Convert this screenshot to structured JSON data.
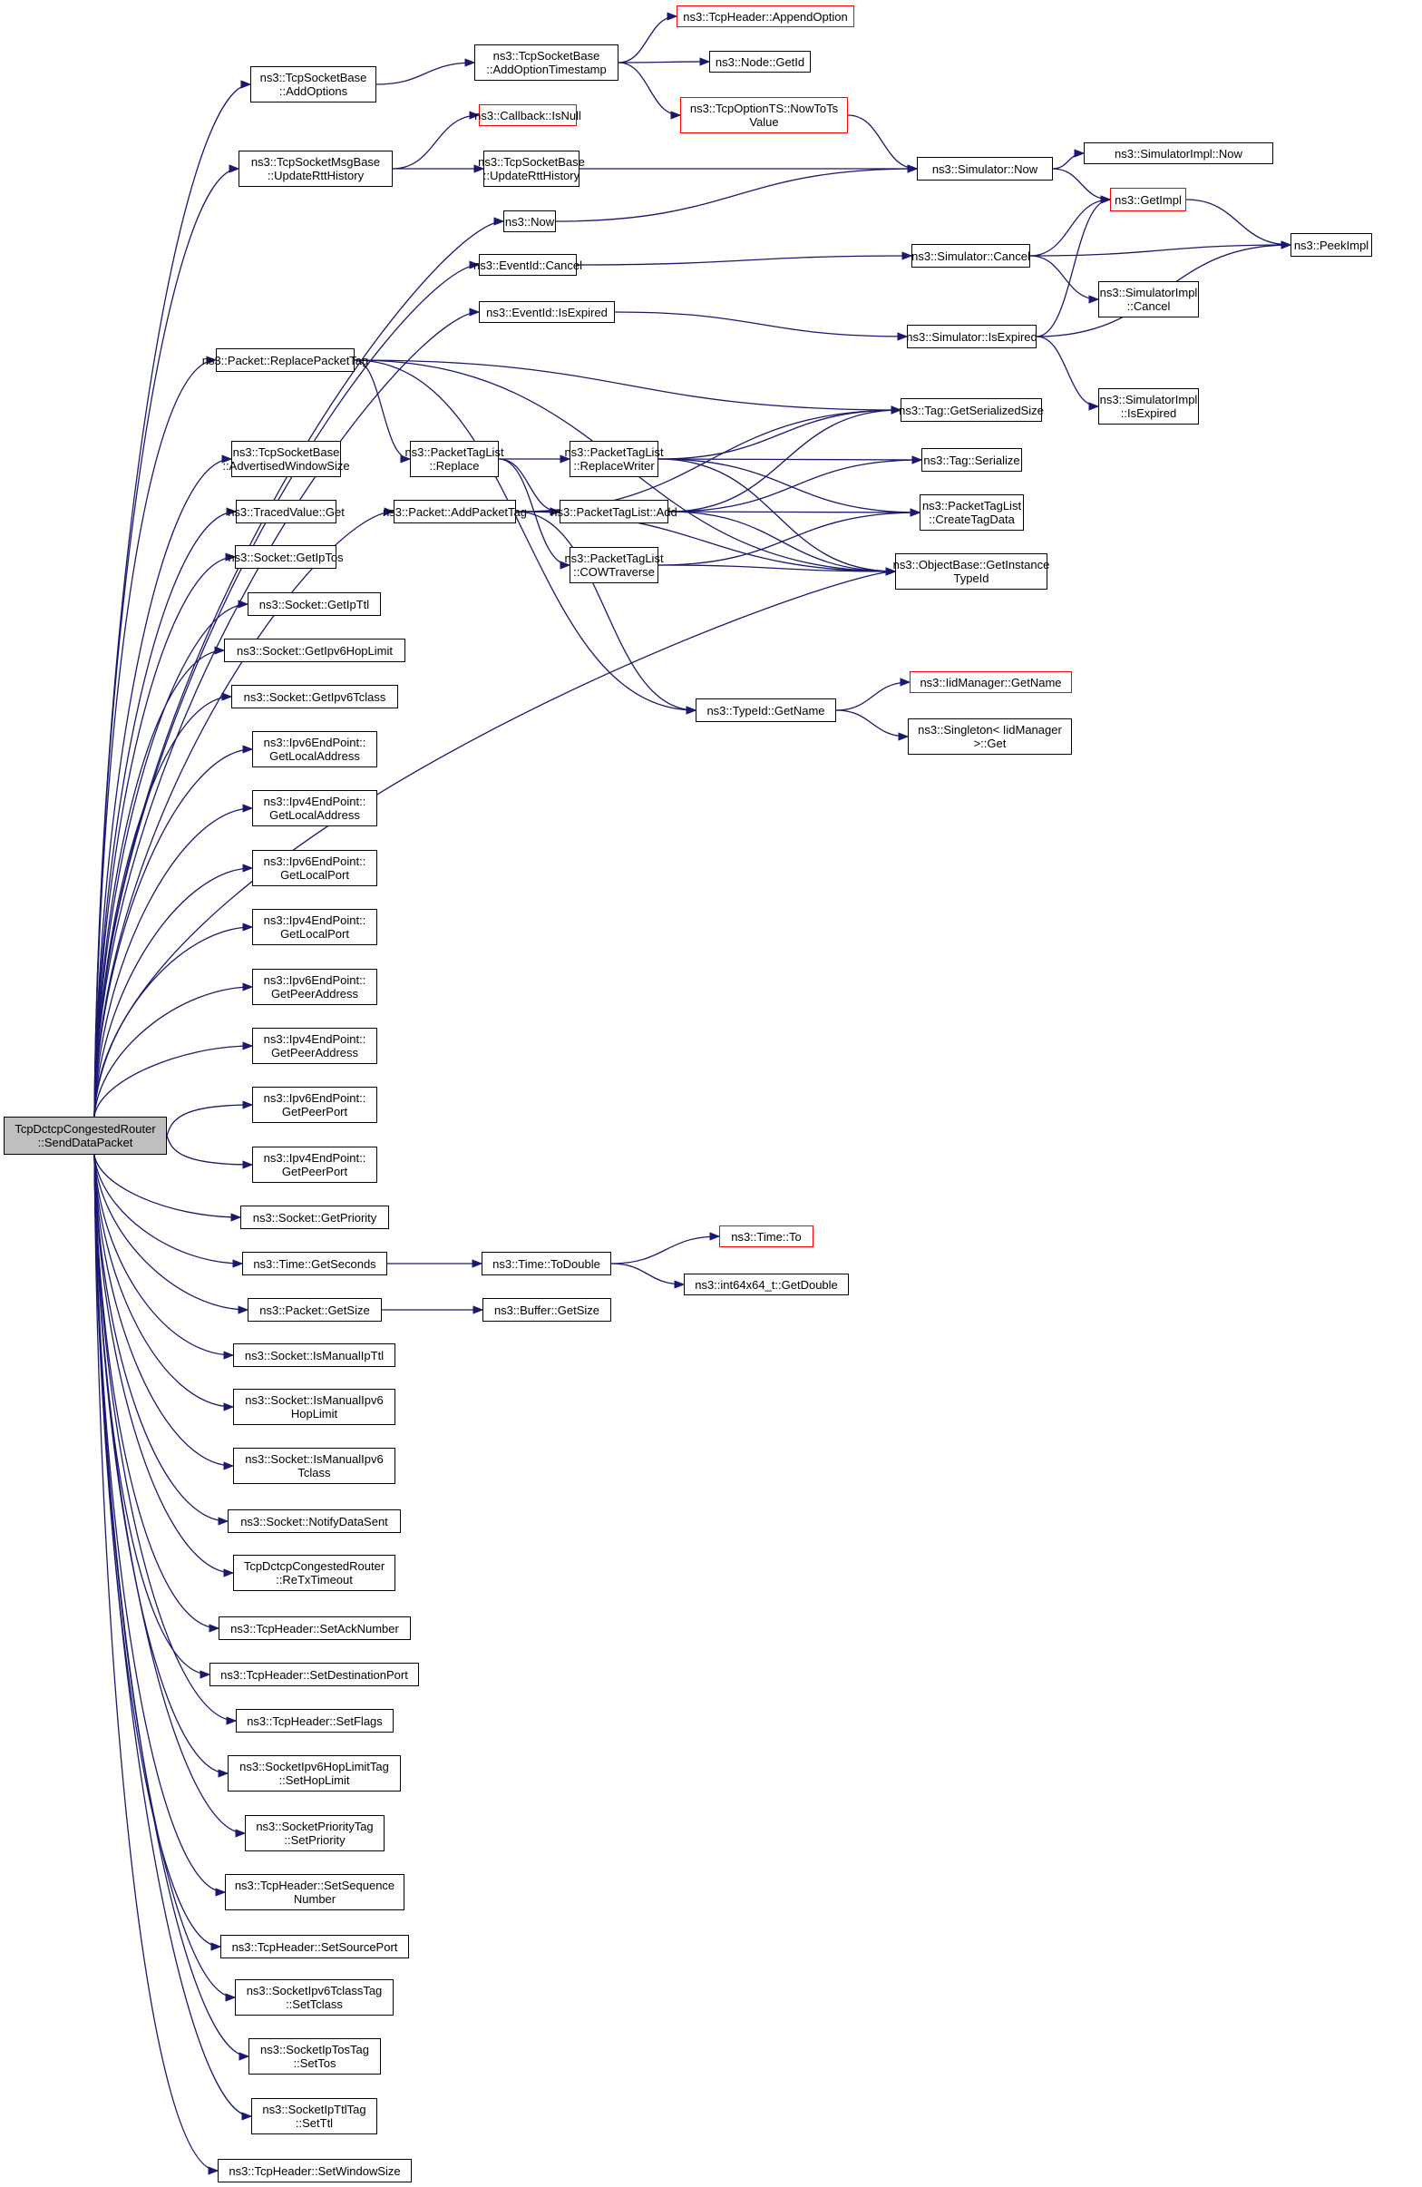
{
  "title": "Call graph of TcpDctcpCongestedRouter::SendDataPacket",
  "colors": {
    "edge": "#191970",
    "node_border": "#000000",
    "incomplete_border": "#ff0000",
    "root_fill": "#bfbfbf"
  },
  "nodes": [
    {
      "id": "root",
      "label": "TcpDctcpCongestedRouter\n::SendDataPacket",
      "kind": "root"
    },
    {
      "id": "addopts",
      "label": "ns3::TcpSocketBase\n::AddOptions",
      "kind": "normal"
    },
    {
      "id": "addts",
      "label": "ns3::TcpSocketBase\n::AddOptionTimestamp",
      "kind": "normal"
    },
    {
      "id": "append",
      "label": "ns3::TcpHeader::AppendOption",
      "kind": "incomplete"
    },
    {
      "id": "nodegetid",
      "label": "ns3::Node::GetId",
      "kind": "normal"
    },
    {
      "id": "nowtots",
      "label": "ns3::TcpOptionTS::NowToTs\nValue",
      "kind": "incomplete"
    },
    {
      "id": "msgrtt",
      "label": "ns3::TcpSocketMsgBase\n::UpdateRttHistory",
      "kind": "normal"
    },
    {
      "id": "isnull",
      "label": "ns3::Callback::IsNull",
      "kind": "incomplete"
    },
    {
      "id": "basertt",
      "label": "ns3::TcpSocketBase\n::UpdateRttHistory",
      "kind": "normal"
    },
    {
      "id": "now",
      "label": "ns3::Now",
      "kind": "normal"
    },
    {
      "id": "simnow",
      "label": "ns3::Simulator::Now",
      "kind": "normal"
    },
    {
      "id": "implnow",
      "label": "ns3::SimulatorImpl::Now",
      "kind": "normal"
    },
    {
      "id": "getimpl",
      "label": "ns3::GetImpl",
      "kind": "incomplete"
    },
    {
      "id": "peekimpl",
      "label": "ns3::PeekImpl",
      "kind": "normal"
    },
    {
      "id": "evcancel",
      "label": "ns3::EventId::Cancel",
      "kind": "normal"
    },
    {
      "id": "simcancel",
      "label": "ns3::Simulator::Cancel",
      "kind": "normal"
    },
    {
      "id": "implcancel",
      "label": "ns3::SimulatorImpl\n::Cancel",
      "kind": "normal"
    },
    {
      "id": "evexpired",
      "label": "ns3::EventId::IsExpired",
      "kind": "normal"
    },
    {
      "id": "simexpired",
      "label": "ns3::Simulator::IsExpired",
      "kind": "normal"
    },
    {
      "id": "implexpired",
      "label": "ns3::SimulatorImpl\n::IsExpired",
      "kind": "normal"
    },
    {
      "id": "replacetag",
      "label": "ns3::Packet::ReplacePacketTag",
      "kind": "normal"
    },
    {
      "id": "ptlreplace",
      "label": "ns3::PacketTagList\n::Replace",
      "kind": "normal"
    },
    {
      "id": "addtag",
      "label": "ns3::Packet::AddPacketTag",
      "kind": "normal"
    },
    {
      "id": "replwriter",
      "label": "ns3::PacketTagList\n::ReplaceWriter",
      "kind": "normal"
    },
    {
      "id": "ptladd",
      "label": "ns3::PacketTagList::Add",
      "kind": "normal"
    },
    {
      "id": "cow",
      "label": "ns3::PacketTagList\n::COWTraverse",
      "kind": "normal"
    },
    {
      "id": "serialsize",
      "label": "ns3::Tag::GetSerializedSize",
      "kind": "normal"
    },
    {
      "id": "serialize",
      "label": "ns3::Tag::Serialize",
      "kind": "normal"
    },
    {
      "id": "createtag",
      "label": "ns3::PacketTagList\n::CreateTagData",
      "kind": "normal"
    },
    {
      "id": "getinst",
      "label": "ns3::ObjectBase::GetInstance\nTypeId",
      "kind": "normal"
    },
    {
      "id": "typename",
      "label": "ns3::TypeId::GetName",
      "kind": "normal"
    },
    {
      "id": "iidname",
      "label": "ns3::IidManager::GetName",
      "kind": "incomplete"
    },
    {
      "id": "singleton",
      "label": "ns3::Singleton< IidManager\n>::Get",
      "kind": "normal"
    },
    {
      "id": "advwin",
      "label": "ns3::TcpSocketBase\n::AdvertisedWindowSize",
      "kind": "normal"
    },
    {
      "id": "tracedget",
      "label": "ns3::TracedValue::Get",
      "kind": "normal"
    },
    {
      "id": "getiptos",
      "label": "ns3::Socket::GetIpTos",
      "kind": "normal"
    },
    {
      "id": "getipttl",
      "label": "ns3::Socket::GetIpTtl",
      "kind": "normal"
    },
    {
      "id": "hoplimit",
      "label": "ns3::Socket::GetIpv6HopLimit",
      "kind": "normal"
    },
    {
      "id": "v6tclass",
      "label": "ns3::Socket::GetIpv6Tclass",
      "kind": "normal"
    },
    {
      "id": "v6locaddr",
      "label": "ns3::Ipv6EndPoint::\nGetLocalAddress",
      "kind": "normal"
    },
    {
      "id": "v4locaddr",
      "label": "ns3::Ipv4EndPoint::\nGetLocalAddress",
      "kind": "normal"
    },
    {
      "id": "v6locport",
      "label": "ns3::Ipv6EndPoint::\nGetLocalPort",
      "kind": "normal"
    },
    {
      "id": "v4locport",
      "label": "ns3::Ipv4EndPoint::\nGetLocalPort",
      "kind": "normal"
    },
    {
      "id": "v6peeraddr",
      "label": "ns3::Ipv6EndPoint::\nGetPeerAddress",
      "kind": "normal"
    },
    {
      "id": "v4peeraddr",
      "label": "ns3::Ipv4EndPoint::\nGetPeerAddress",
      "kind": "normal"
    },
    {
      "id": "v6peerport",
      "label": "ns3::Ipv6EndPoint::\nGetPeerPort",
      "kind": "normal"
    },
    {
      "id": "v4peerport",
      "label": "ns3::Ipv4EndPoint::\nGetPeerPort",
      "kind": "normal"
    },
    {
      "id": "getprio",
      "label": "ns3::Socket::GetPriority",
      "kind": "normal"
    },
    {
      "id": "getsecs",
      "label": "ns3::Time::GetSeconds",
      "kind": "normal"
    },
    {
      "id": "todouble",
      "label": "ns3::Time::ToDouble",
      "kind": "normal"
    },
    {
      "id": "timeto",
      "label": "ns3::Time::To",
      "kind": "incomplete"
    },
    {
      "id": "getdouble",
      "label": "ns3::int64x64_t::GetDouble",
      "kind": "normal"
    },
    {
      "id": "pktsize",
      "label": "ns3::Packet::GetSize",
      "kind": "normal"
    },
    {
      "id": "bufsize",
      "label": "ns3::Buffer::GetSize",
      "kind": "normal"
    },
    {
      "id": "manttl",
      "label": "ns3::Socket::IsManualIpTtl",
      "kind": "normal"
    },
    {
      "id": "manhop",
      "label": "ns3::Socket::IsManualIpv6\nHopLimit",
      "kind": "normal"
    },
    {
      "id": "mantclass",
      "label": "ns3::Socket::IsManualIpv6\nTclass",
      "kind": "normal"
    },
    {
      "id": "notify",
      "label": "ns3::Socket::NotifyDataSent",
      "kind": "normal"
    },
    {
      "id": "retx",
      "label": "TcpDctcpCongestedRouter\n::ReTxTimeout",
      "kind": "normal"
    },
    {
      "id": "setack",
      "label": "ns3::TcpHeader::SetAckNumber",
      "kind": "normal"
    },
    {
      "id": "setdst",
      "label": "ns3::TcpHeader::SetDestinationPort",
      "kind": "normal"
    },
    {
      "id": "setflags",
      "label": "ns3::TcpHeader::SetFlags",
      "kind": "normal"
    },
    {
      "id": "sethop",
      "label": "ns3::SocketIpv6HopLimitTag\n::SetHopLimit",
      "kind": "normal"
    },
    {
      "id": "setprio",
      "label": "ns3::SocketPriorityTag\n::SetPriority",
      "kind": "normal"
    },
    {
      "id": "setseq",
      "label": "ns3::TcpHeader::SetSequence\nNumber",
      "kind": "normal"
    },
    {
      "id": "setsrc",
      "label": "ns3::TcpHeader::SetSourcePort",
      "kind": "normal"
    },
    {
      "id": "settclass",
      "label": "ns3::SocketIpv6TclassTag\n::SetTclass",
      "kind": "normal"
    },
    {
      "id": "settos",
      "label": "ns3::SocketIpTosTag\n::SetTos",
      "kind": "normal"
    },
    {
      "id": "setttl",
      "label": "ns3::SocketIpTtlTag\n::SetTtl",
      "kind": "normal"
    },
    {
      "id": "setwin",
      "label": "ns3::TcpHeader::SetWindowSize",
      "kind": "normal"
    }
  ],
  "edges": [
    [
      "root",
      "addopts"
    ],
    [
      "root",
      "msgrtt"
    ],
    [
      "root",
      "now"
    ],
    [
      "root",
      "evcancel"
    ],
    [
      "root",
      "evexpired"
    ],
    [
      "root",
      "replacetag"
    ],
    [
      "root",
      "addtag"
    ],
    [
      "root",
      "getinst"
    ],
    [
      "root",
      "advwin"
    ],
    [
      "root",
      "tracedget"
    ],
    [
      "root",
      "getiptos"
    ],
    [
      "root",
      "getipttl"
    ],
    [
      "root",
      "hoplimit"
    ],
    [
      "root",
      "v6tclass"
    ],
    [
      "root",
      "v6locaddr"
    ],
    [
      "root",
      "v4locaddr"
    ],
    [
      "root",
      "v6locport"
    ],
    [
      "root",
      "v4locport"
    ],
    [
      "root",
      "v6peeraddr"
    ],
    [
      "root",
      "v4peeraddr"
    ],
    [
      "root",
      "v6peerport"
    ],
    [
      "root",
      "v4peerport"
    ],
    [
      "root",
      "getprio"
    ],
    [
      "root",
      "getsecs"
    ],
    [
      "root",
      "pktsize"
    ],
    [
      "root",
      "manttl"
    ],
    [
      "root",
      "manhop"
    ],
    [
      "root",
      "mantclass"
    ],
    [
      "root",
      "notify"
    ],
    [
      "root",
      "retx"
    ],
    [
      "root",
      "setack"
    ],
    [
      "root",
      "setdst"
    ],
    [
      "root",
      "setflags"
    ],
    [
      "root",
      "sethop"
    ],
    [
      "root",
      "setprio"
    ],
    [
      "root",
      "setseq"
    ],
    [
      "root",
      "setsrc"
    ],
    [
      "root",
      "settclass"
    ],
    [
      "root",
      "settos"
    ],
    [
      "root",
      "setttl"
    ],
    [
      "root",
      "setwin"
    ],
    [
      "addopts",
      "addts"
    ],
    [
      "addts",
      "append"
    ],
    [
      "addts",
      "nodegetid"
    ],
    [
      "addts",
      "nowtots"
    ],
    [
      "nowtots",
      "simnow"
    ],
    [
      "msgrtt",
      "isnull"
    ],
    [
      "msgrtt",
      "basertt"
    ],
    [
      "basertt",
      "simnow"
    ],
    [
      "now",
      "simnow"
    ],
    [
      "simnow",
      "implnow"
    ],
    [
      "simnow",
      "getimpl"
    ],
    [
      "getimpl",
      "peekimpl"
    ],
    [
      "evcancel",
      "simcancel"
    ],
    [
      "simcancel",
      "getimpl"
    ],
    [
      "simcancel",
      "peekimpl"
    ],
    [
      "simcancel",
      "implcancel"
    ],
    [
      "evexpired",
      "simexpired"
    ],
    [
      "simexpired",
      "getimpl"
    ],
    [
      "simexpired",
      "peekimpl"
    ],
    [
      "simexpired",
      "implexpired"
    ],
    [
      "replacetag",
      "serialsize"
    ],
    [
      "replacetag",
      "ptlreplace"
    ],
    [
      "replacetag",
      "getinst"
    ],
    [
      "replacetag",
      "typename"
    ],
    [
      "ptlreplace",
      "replwriter"
    ],
    [
      "ptlreplace",
      "ptladd"
    ],
    [
      "ptlreplace",
      "cow"
    ],
    [
      "addtag",
      "serialsize"
    ],
    [
      "addtag",
      "ptladd"
    ],
    [
      "addtag",
      "getinst"
    ],
    [
      "addtag",
      "typename"
    ],
    [
      "replwriter",
      "serialsize"
    ],
    [
      "replwriter",
      "serialize"
    ],
    [
      "replwriter",
      "createtag"
    ],
    [
      "replwriter",
      "getinst"
    ],
    [
      "ptladd",
      "serialsize"
    ],
    [
      "ptladd",
      "serialize"
    ],
    [
      "ptladd",
      "createtag"
    ],
    [
      "ptladd",
      "getinst"
    ],
    [
      "cow",
      "createtag"
    ],
    [
      "cow",
      "getinst"
    ],
    [
      "typename",
      "iidname"
    ],
    [
      "typename",
      "singleton"
    ],
    [
      "getsecs",
      "todouble"
    ],
    [
      "todouble",
      "timeto"
    ],
    [
      "todouble",
      "getdouble"
    ],
    [
      "pktsize",
      "bufsize"
    ]
  ]
}
